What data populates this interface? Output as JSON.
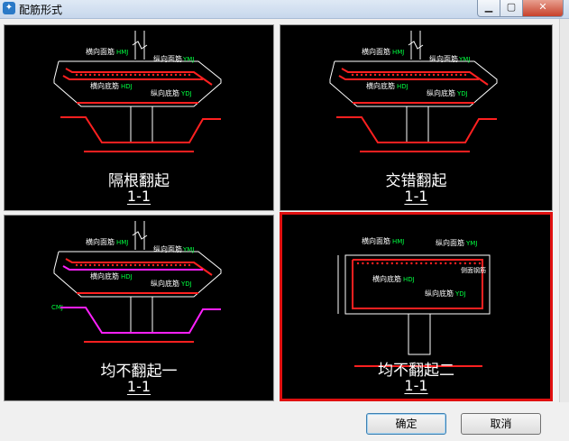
{
  "window": {
    "title": "配筋形式",
    "icon": "app-icon"
  },
  "panels": [
    {
      "caption": "隔根翻起",
      "section": "1-1",
      "top_label": "横向面筋",
      "top_code": "HMJ",
      "top_label2": "纵向面筋",
      "top_code2": "YMJ",
      "bot_label": "横向底筋",
      "bot_code": "HDJ",
      "bot_label2": "纵向底筋",
      "bot_code2": "YDJ",
      "selected": false
    },
    {
      "caption": "交错翻起",
      "section": "1-1",
      "top_label": "横向面筋",
      "top_code": "HMJ",
      "top_label2": "纵向面筋",
      "top_code2": "YMJ",
      "bot_label": "横向底筋",
      "bot_code": "HDJ",
      "bot_label2": "纵向底筋",
      "bot_code2": "YDJ",
      "selected": false
    },
    {
      "caption": "均不翻起一",
      "section": "1-1",
      "top_label": "横向面筋",
      "top_code": "HMJ",
      "top_label2": "纵向面筋",
      "top_code2": "YMJ",
      "bot_label": "横向底筋",
      "bot_code": "HDJ",
      "bot_label2": "纵向底筋",
      "bot_code2": "YDJ",
      "side_code": "CMJ",
      "selected": false
    },
    {
      "caption": "均不翻起二",
      "section": "1-1",
      "top_label": "横向面筋",
      "top_code": "HMJ",
      "top_label2": "纵向面筋",
      "top_code2": "YMJ",
      "bot_label": "横向底筋",
      "bot_code": "HDJ",
      "bot_label2": "纵向底筋",
      "bot_code2": "YDJ",
      "side_label": "侧面钢筋",
      "selected": true
    }
  ],
  "buttons": {
    "ok": "确定",
    "cancel": "取消"
  },
  "colors": {
    "rebar": "#ff2020",
    "outline": "#ffffff",
    "label": "#ffffff",
    "code": "#00ff40",
    "magenta": "#ff20ff",
    "selected_border": "#e01010"
  }
}
